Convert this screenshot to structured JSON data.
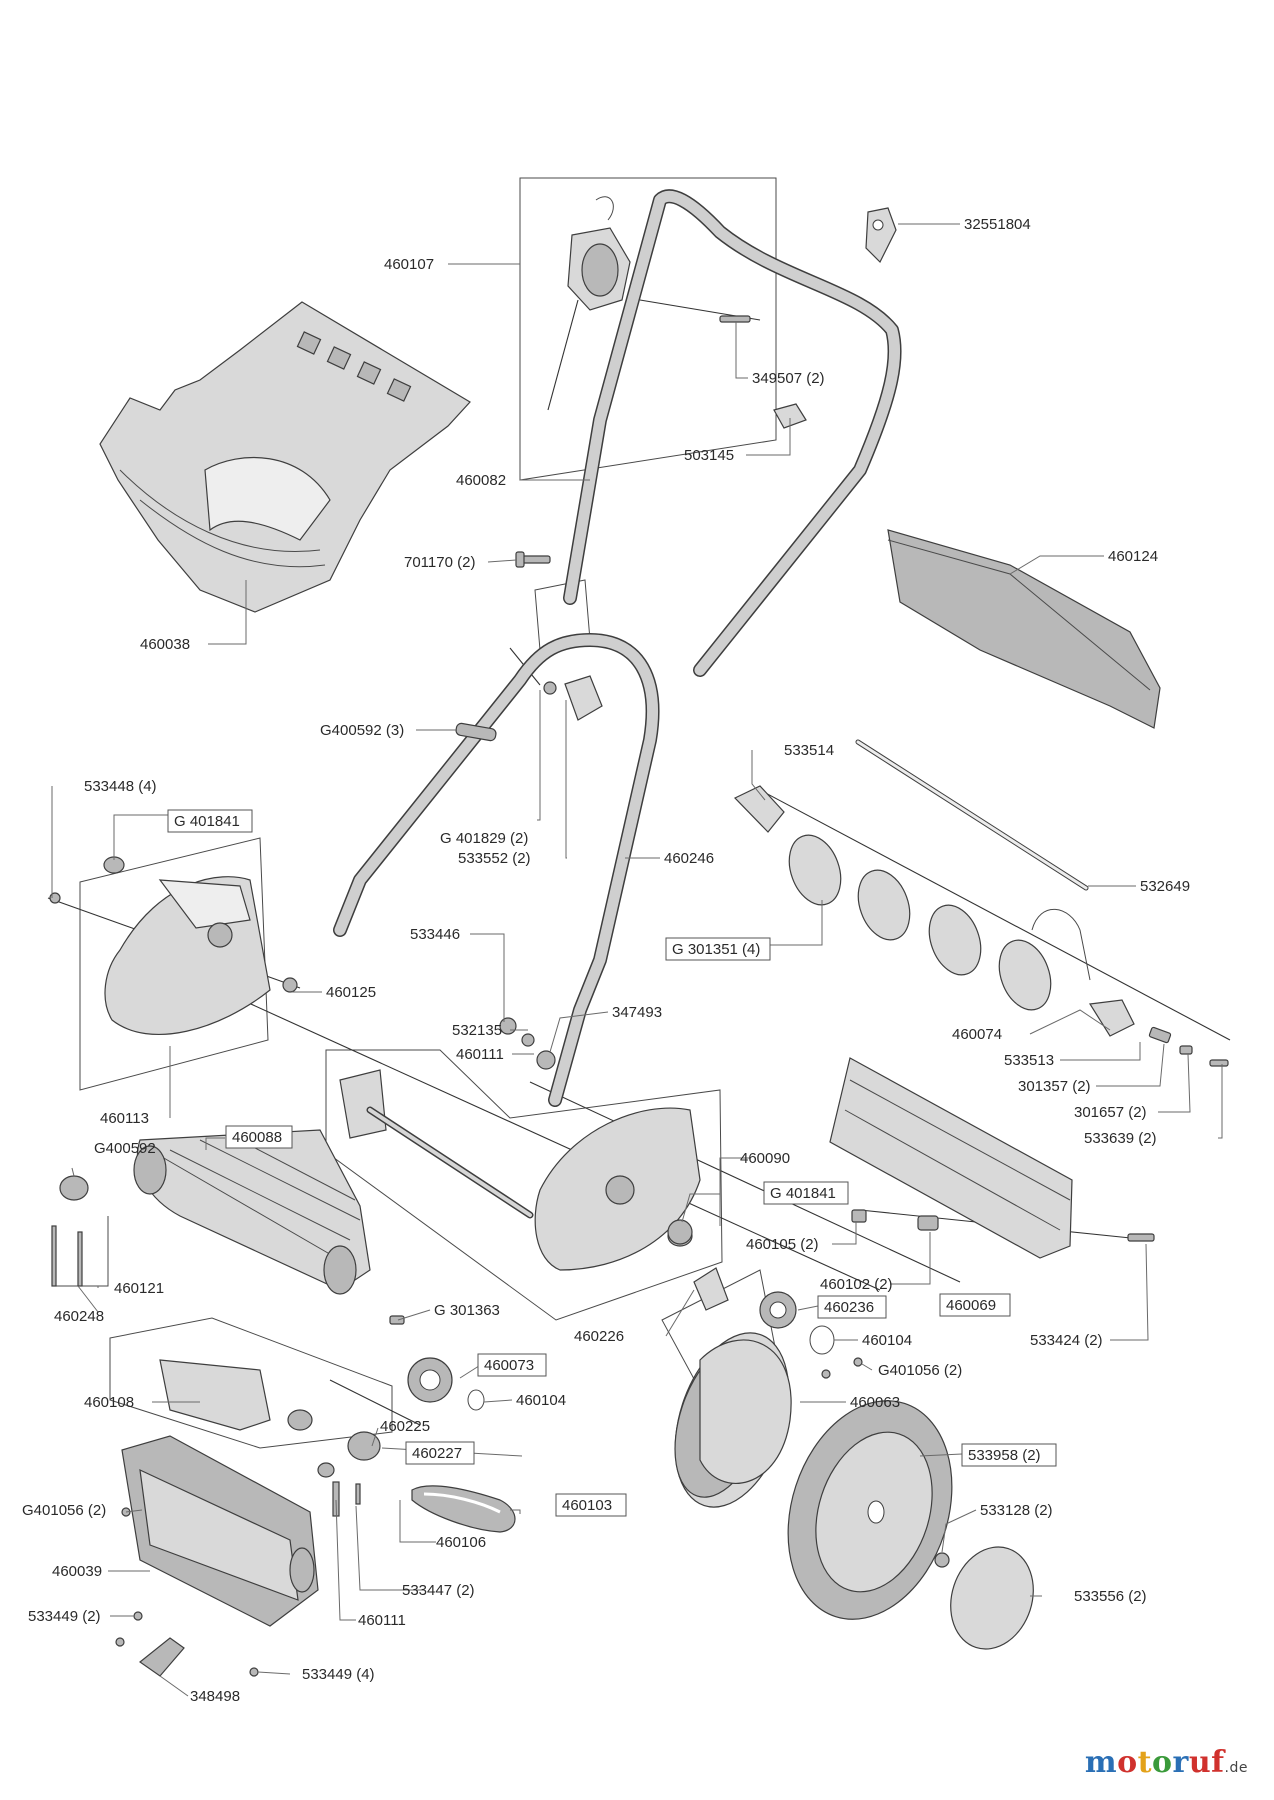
{
  "labels": [
    {
      "id": "p32551804",
      "text": "32551804",
      "boxed": false
    },
    {
      "id": "p460107",
      "text": "460107",
      "boxed": false
    },
    {
      "id": "p349507",
      "text": "349507 (2)",
      "boxed": false
    },
    {
      "id": "p503145",
      "text": "503145",
      "boxed": false
    },
    {
      "id": "p460082",
      "text": "460082",
      "boxed": false
    },
    {
      "id": "p460124",
      "text": "460124",
      "boxed": false
    },
    {
      "id": "p701170",
      "text": "701170 (2)",
      "boxed": false
    },
    {
      "id": "p460038",
      "text": "460038",
      "boxed": false
    },
    {
      "id": "pG400592_3",
      "text": "G400592 (3)",
      "boxed": false
    },
    {
      "id": "p533514",
      "text": "533514",
      "boxed": false
    },
    {
      "id": "p533448",
      "text": "533448 (4)",
      "boxed": false
    },
    {
      "id": "pG401841a",
      "text": "G 401841",
      "boxed": true
    },
    {
      "id": "pG401829",
      "text": "G 401829 (2)",
      "boxed": false
    },
    {
      "id": "p533552",
      "text": "533552 (2)",
      "boxed": false
    },
    {
      "id": "p460246",
      "text": "460246",
      "boxed": false
    },
    {
      "id": "p532649",
      "text": "532649",
      "boxed": false
    },
    {
      "id": "pG301351",
      "text": "G 301351 (4)",
      "boxed": true
    },
    {
      "id": "p533446",
      "text": "533446",
      "boxed": false
    },
    {
      "id": "p460125",
      "text": "460125",
      "boxed": false
    },
    {
      "id": "p347493",
      "text": "347493",
      "boxed": false
    },
    {
      "id": "p532135",
      "text": "532135",
      "boxed": false
    },
    {
      "id": "p460111a",
      "text": "460111",
      "boxed": false
    },
    {
      "id": "p460074",
      "text": "460074",
      "boxed": false
    },
    {
      "id": "p533513",
      "text": "533513",
      "boxed": false
    },
    {
      "id": "p301357",
      "text": "301357 (2)",
      "boxed": false
    },
    {
      "id": "p460113",
      "text": "460113",
      "boxed": false
    },
    {
      "id": "p301657",
      "text": "301657 (2)",
      "boxed": false
    },
    {
      "id": "p533639",
      "text": "533639 (2)",
      "boxed": false
    },
    {
      "id": "pG400592",
      "text": "G400592",
      "boxed": false
    },
    {
      "id": "p460088",
      "text": "460088",
      "boxed": true
    },
    {
      "id": "p460090",
      "text": "460090",
      "boxed": false
    },
    {
      "id": "pG401841b",
      "text": "G 401841",
      "boxed": true
    },
    {
      "id": "p460105",
      "text": "460105 (2)",
      "boxed": false
    },
    {
      "id": "p460121",
      "text": "460121",
      "boxed": false
    },
    {
      "id": "p460102",
      "text": "460102 (2)",
      "boxed": false
    },
    {
      "id": "pG301363",
      "text": "G 301363",
      "boxed": false
    },
    {
      "id": "p460236",
      "text": "460236",
      "boxed": true
    },
    {
      "id": "p460069",
      "text": "460069",
      "boxed": true
    },
    {
      "id": "p460248",
      "text": "460248",
      "boxed": false
    },
    {
      "id": "p460226",
      "text": "460226",
      "boxed": false
    },
    {
      "id": "p460104a",
      "text": "460104",
      "boxed": false
    },
    {
      "id": "p533424",
      "text": "533424 (2)",
      "boxed": false
    },
    {
      "id": "p460073",
      "text": "460073",
      "boxed": true
    },
    {
      "id": "pG401056a",
      "text": "G401056 (2)",
      "boxed": false
    },
    {
      "id": "p460108",
      "text": "460108",
      "boxed": false
    },
    {
      "id": "p460104b",
      "text": "460104",
      "boxed": false
    },
    {
      "id": "p460063",
      "text": "460063",
      "boxed": false
    },
    {
      "id": "p460225",
      "text": "460225",
      "boxed": false
    },
    {
      "id": "p460227",
      "text": "460227",
      "boxed": true
    },
    {
      "id": "p533958",
      "text": "533958 (2)",
      "boxed": true
    },
    {
      "id": "pG401056b",
      "text": "G401056 (2)",
      "boxed": false
    },
    {
      "id": "p460103",
      "text": "460103",
      "boxed": true
    },
    {
      "id": "p533128",
      "text": "533128 (2)",
      "boxed": false
    },
    {
      "id": "p460106",
      "text": "460106",
      "boxed": false
    },
    {
      "id": "p460039",
      "text": "460039",
      "boxed": false
    },
    {
      "id": "p533447",
      "text": "533447 (2)",
      "boxed": false
    },
    {
      "id": "p533556",
      "text": "533556 (2)",
      "boxed": false
    },
    {
      "id": "p533449a",
      "text": "533449 (2)",
      "boxed": false
    },
    {
      "id": "p460111b",
      "text": "460111",
      "boxed": false
    },
    {
      "id": "p533449b",
      "text": "533449 (4)",
      "boxed": false
    },
    {
      "id": "p348498",
      "text": "348498",
      "boxed": false
    }
  ],
  "watermark": {
    "m1": "m",
    "m2": "o",
    "m3": "t",
    "m4": "o",
    "m5": "r",
    "m6": "uf",
    "tld": ".de"
  },
  "colors": {
    "line": "#3e3e3e",
    "fill": "#d9d9d9"
  }
}
